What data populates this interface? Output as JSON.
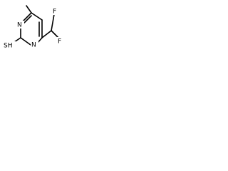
{
  "structure": {
    "atoms": {
      "n_top": "N",
      "n_bottom": "N",
      "f_upper": "F",
      "f_lower": "F",
      "sh": "SH"
    },
    "colors": {
      "bond": "#000000",
      "label": "#000000",
      "background": "#ffffff"
    }
  }
}
